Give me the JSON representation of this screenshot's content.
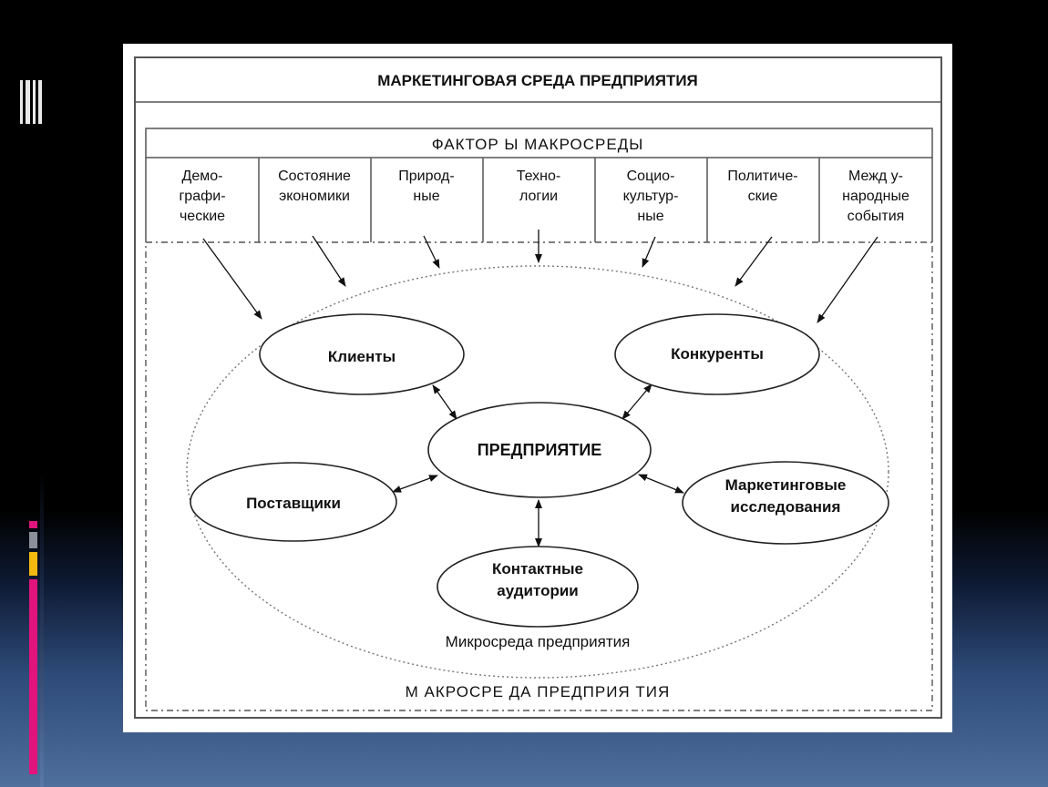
{
  "diagram": {
    "title": "МАРКЕТИНГОВАЯ СРЕДА ПРЕДПРИЯТИЯ",
    "macro_factors_header": "ФАКТОР Ы МАКРОСРЕДЫ",
    "factors": [
      {
        "lines": [
          "Демо-",
          "графи-",
          "ческие"
        ]
      },
      {
        "lines": [
          "Состояние",
          "экономики"
        ]
      },
      {
        "lines": [
          "Природ-",
          "ные"
        ]
      },
      {
        "lines": [
          "Техно-",
          "логии"
        ]
      },
      {
        "lines": [
          "Социо-",
          "культур-",
          "ные"
        ]
      },
      {
        "lines": [
          "Политиче-",
          "ские"
        ]
      },
      {
        "lines": [
          "Межд у-",
          "народные",
          "события"
        ]
      }
    ],
    "nodes": {
      "clients": {
        "lines": [
          "Клиенты"
        ]
      },
      "competitors": {
        "lines": [
          "Конкуренты"
        ]
      },
      "enterprise": {
        "lines": [
          "ПРЕДПРИЯТИЕ"
        ]
      },
      "suppliers": {
        "lines": [
          "Поставщики"
        ]
      },
      "research": {
        "lines": [
          "Маркетинговые",
          "исследования"
        ]
      },
      "audiences": {
        "lines": [
          "Контактные",
          "аудитории"
        ]
      }
    },
    "micro_label": "Микросреда предприятия",
    "macro_label": "М АКРОСРЕ ДА ПРЕДПРИЯ ТИЯ"
  },
  "colors": {
    "accent_pink": "#e0147c",
    "accent_gray": "#8a8f99",
    "accent_yellow": "#f2b90f"
  }
}
